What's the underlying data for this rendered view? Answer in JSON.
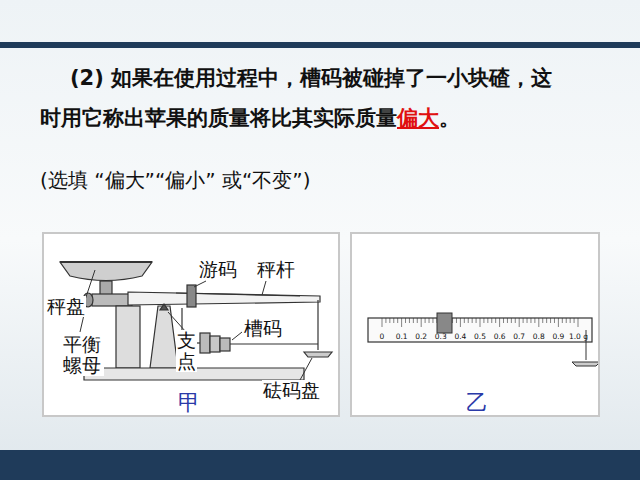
{
  "diagram": {
    "nodes": [
      {
        "text": [
          "甲"
        ]
      },
      {
        "text": [
          "乙"
        ]
      }
    ],
    "labels": [
      "(2) 如果在使用过程中，槽码被碰掉了一小块碴，这时用它称出苹果的质量将比其实际质量",
      "偏大",
      "。",
      "(选填 “偏大”“偏小” 或“不变”)",
      "游码",
      "秤杆",
      "秤盘",
      "平衡螺母",
      "支点",
      "槽码",
      "砝码盘",
      "0",
      "0.1",
      "0.2",
      "0.3",
      "0.4",
      "0.5",
      "0.6",
      "0.7",
      "0.8",
      "0.9",
      "1.0 g"
    ]
  }
}
